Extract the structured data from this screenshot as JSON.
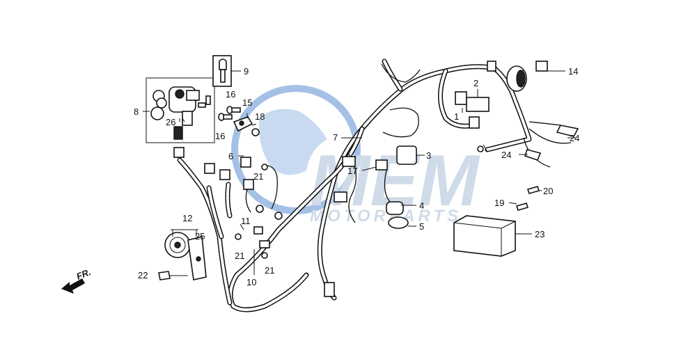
{
  "watermark": {
    "brand": "MEM",
    "tagline": "MOTORPARTS",
    "color": "#a8bfd6",
    "globe_color": "#5b8fd0"
  },
  "direction_label": "FR.",
  "callouts": [
    "1",
    "2",
    "3",
    "4",
    "5",
    "6",
    "7",
    "8",
    "9",
    "10",
    "11",
    "12",
    "14",
    "15",
    "16",
    "16",
    "17",
    "18",
    "19",
    "20",
    "21",
    "21",
    "21",
    "22",
    "23",
    "24",
    "24",
    "25",
    "26"
  ]
}
